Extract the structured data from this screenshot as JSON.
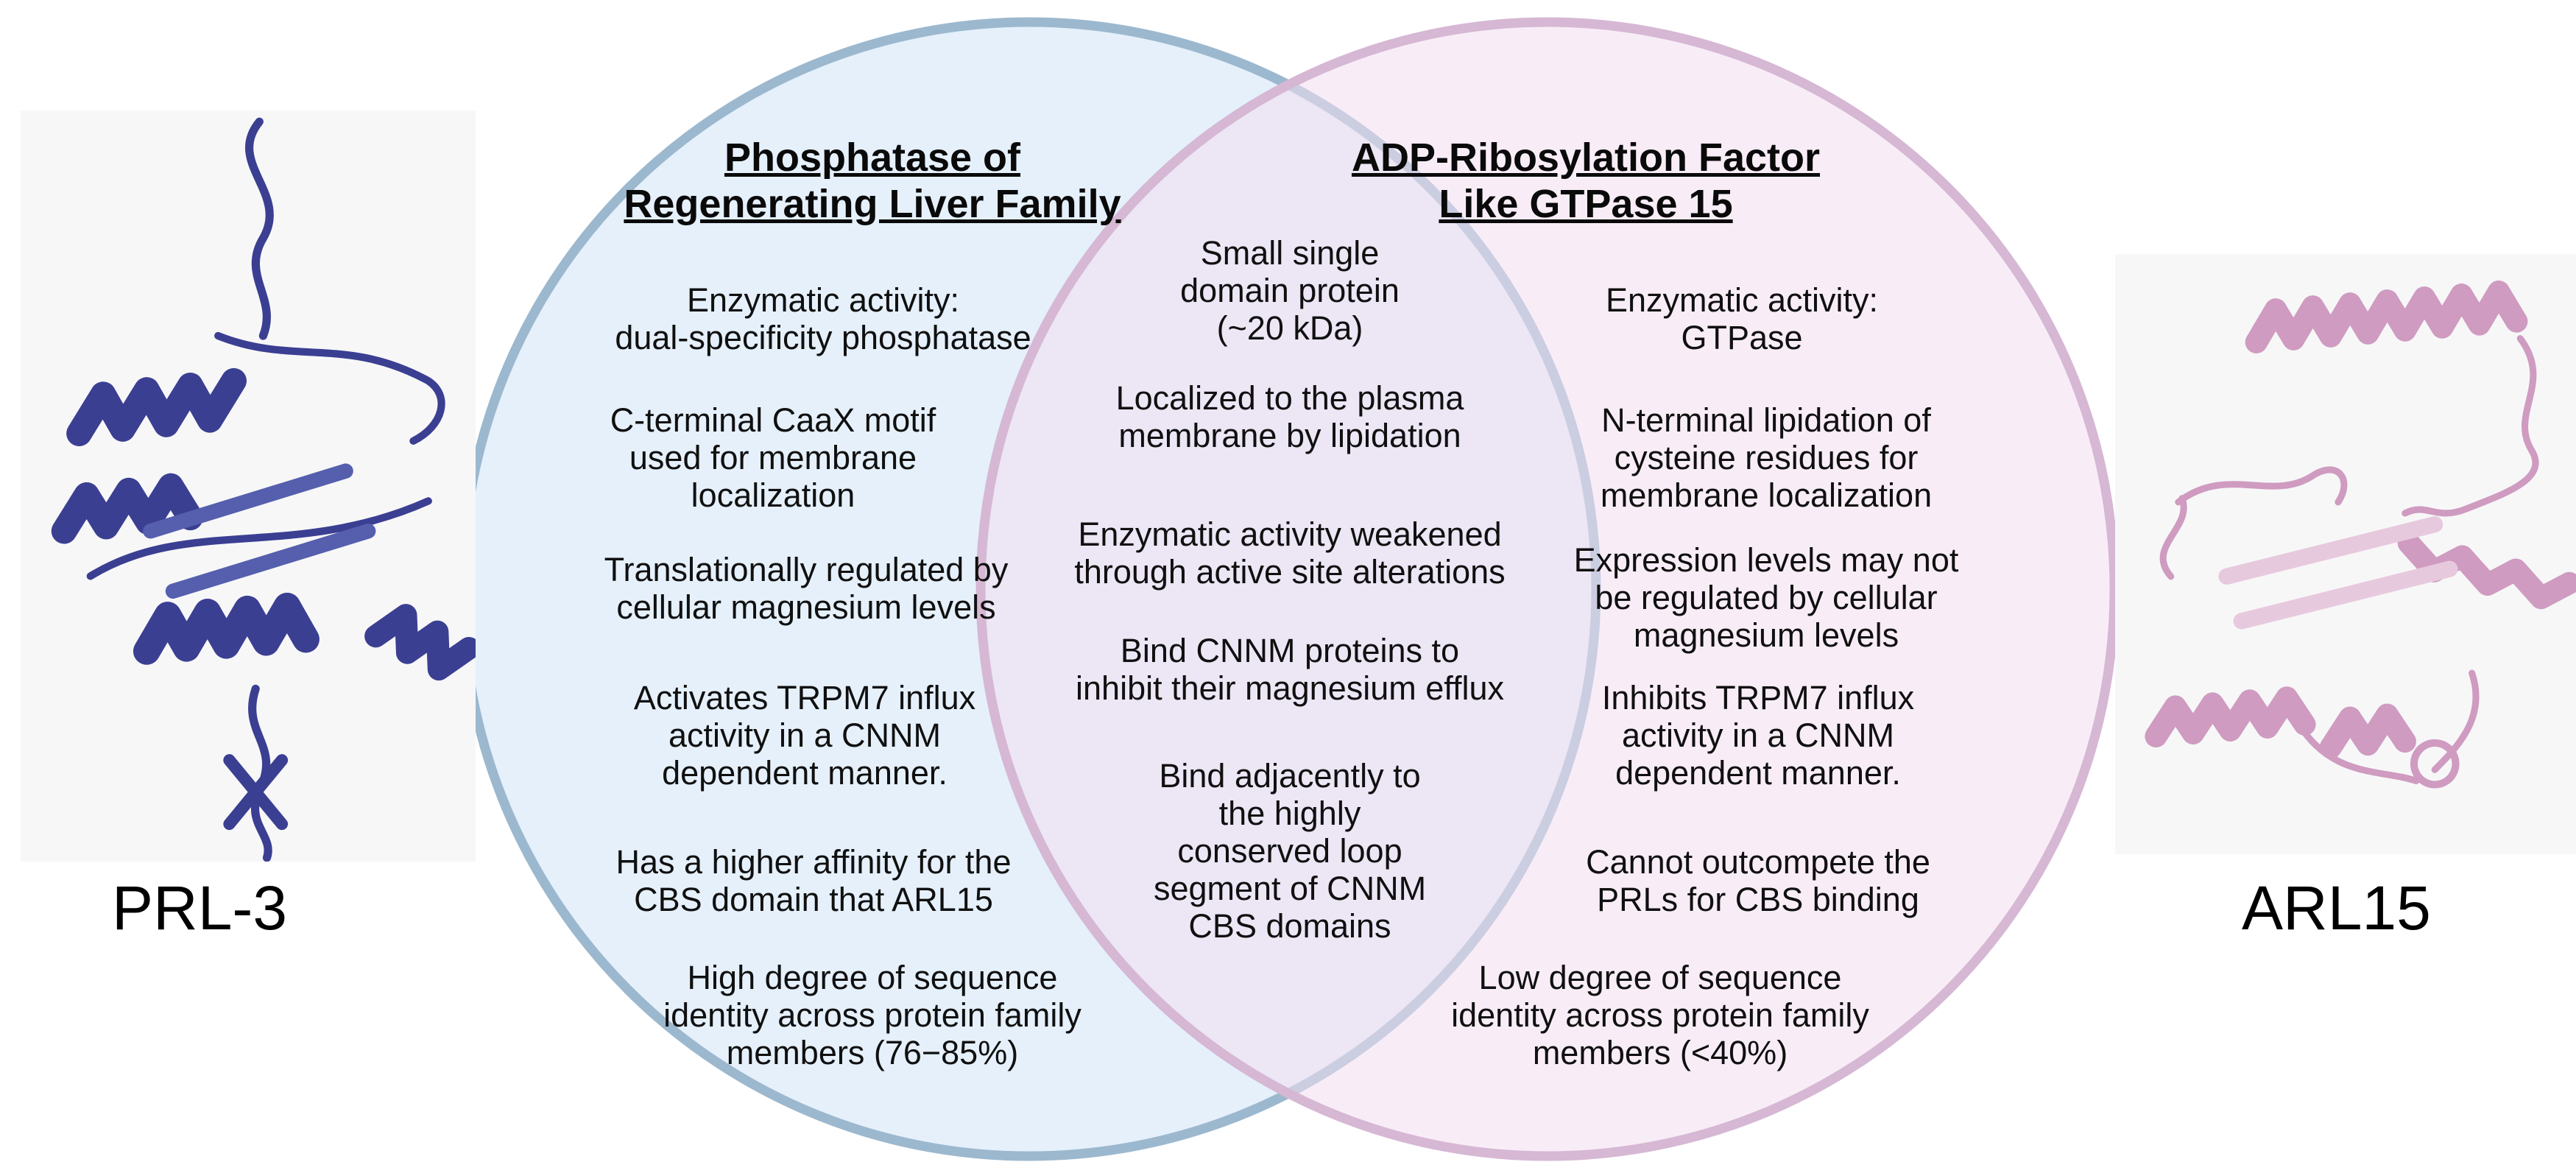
{
  "figure": {
    "type": "venn-diagram",
    "left_structure_label": "PRL-3",
    "right_structure_label": "ARL15"
  },
  "venn": {
    "left": {
      "title": "Phosphatase of \nRegenerating Liver Family",
      "items": [
        "Enzymatic activity:\ndual-specificity phosphatase",
        "C-terminal CaaX motif\nused for membrane\nlocalization",
        "Translationally regulated by\ncellular magnesium levels",
        "Activates TRPM7 influx\nactivity in a CNNM\ndependent manner.",
        "Has a higher affinity for the\nCBS domain that ARL15",
        "High degree of sequence\nidentity across protein family\nmembers (76−85%)"
      ]
    },
    "shared": {
      "items": [
        "Small single\ndomain protein\n(~20 kDa)",
        "Localized to the plasma\nmembrane by lipidation",
        "Enzymatic activity weakened\nthrough active site alterations",
        "Bind CNNM proteins to\ninhibit their magnesium efflux",
        "Bind adjacently to\nthe highly\nconserved loop\nsegment of CNNM\nCBS domains"
      ]
    },
    "right": {
      "title": "ADP-Ribosylation Factor \nLike GTPase 15",
      "items": [
        "Enzymatic activity:\nGTPase",
        "N-terminal lipidation of\ncysteine residues for\nmembrane localization",
        "Expression levels may not\nbe regulated by cellular\nmagnesium levels",
        "Inhibits TRPM7 influx\nactivity in a CNNM\ndependent manner.",
        "Cannot outcompete the\nPRLs for CBS binding",
        "Low degree of sequence\nidentity across protein family\nmembers (<40%)"
      ]
    }
  },
  "colors": {
    "left_circle_fill": "#cfe3f7",
    "left_circle_stroke": "#9cb8ce",
    "right_circle_fill": "#f3dff0",
    "right_circle_stroke": "#d6b7d4",
    "prl3_ribbon": "#3b3f92",
    "prl3_ribbon_light": "#555fae",
    "arl15_ribbon": "#cf9bc0",
    "arl15_ribbon_light": "#e7c9de",
    "text": "#101010"
  }
}
